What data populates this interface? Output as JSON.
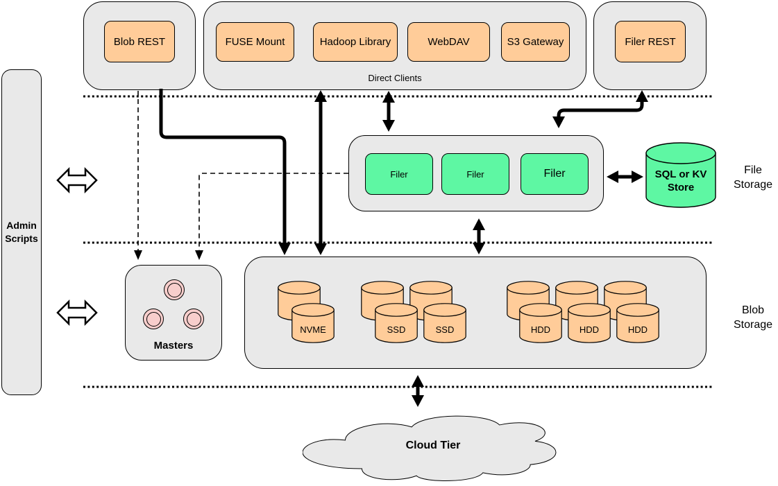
{
  "top": {
    "blob_rest": {
      "box": "Blob REST"
    },
    "direct_clients": {
      "caption": "Direct Clients",
      "boxes": [
        "FUSE Mount",
        "Hadoop Library",
        "WebDAV",
        "S3 Gateway"
      ]
    },
    "filer_rest": {
      "box": "Filer REST"
    }
  },
  "admin": {
    "label": "Admin Scripts"
  },
  "file_storage": {
    "layer_label": "File Storage",
    "filers": [
      "Filer",
      "Filer",
      "Filer"
    ],
    "store": "SQL or KV Store"
  },
  "blob_storage": {
    "layer_label": "Blob Storage",
    "masters_label": "Masters",
    "disks": [
      "NVME",
      "SSD",
      "SSD",
      "HDD",
      "HDD",
      "HDD"
    ]
  },
  "cloud": {
    "label": "Cloud Tier"
  },
  "colors": {
    "container_gray": "#e9e9e9",
    "client_orange": "#ffcc99",
    "filer_green": "#5ef7a3",
    "master_pink": "#f8cecc",
    "line_black": "#000000"
  }
}
